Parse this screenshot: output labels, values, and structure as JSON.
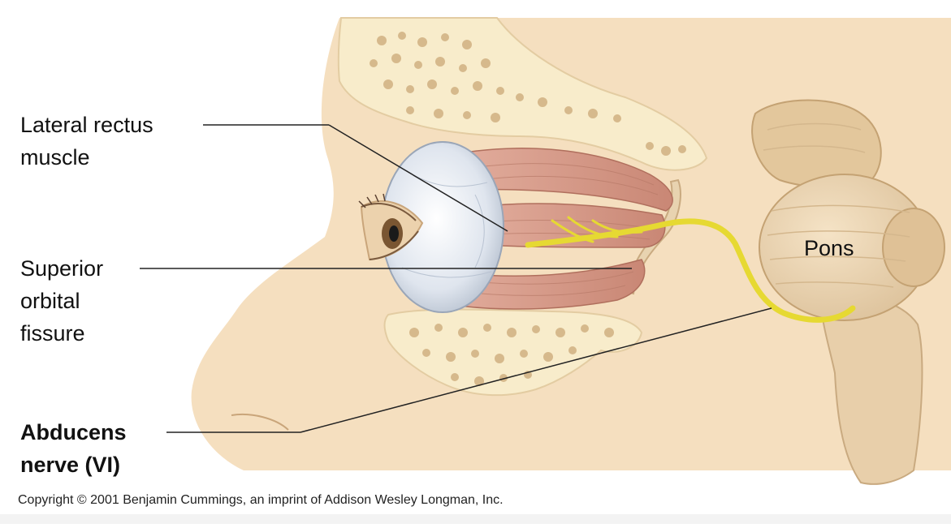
{
  "labels": {
    "lateral_rectus_line1": "Lateral rectus",
    "lateral_rectus_line2": "muscle",
    "superior_line1": "Superior",
    "superior_line2": "orbital",
    "superior_line3": "fissure",
    "abducens_line1": "Abducens",
    "abducens_line2": "nerve (VI)",
    "pons": "Pons"
  },
  "copyright": "Copyright © 2001 Benjamin Cummings, an imprint of Addison Wesley Longman, Inc.",
  "colors": {
    "background": "#ffffff",
    "skin": "#f5dfbf",
    "bone": "#f8eccb",
    "bone_spots": "#d6b98c",
    "muscle": "#d99a88",
    "eyeball": "#e3e8f0",
    "brainstem": "#e8cfaa",
    "nerve": "#e6d932",
    "leader_line": "#222222"
  }
}
